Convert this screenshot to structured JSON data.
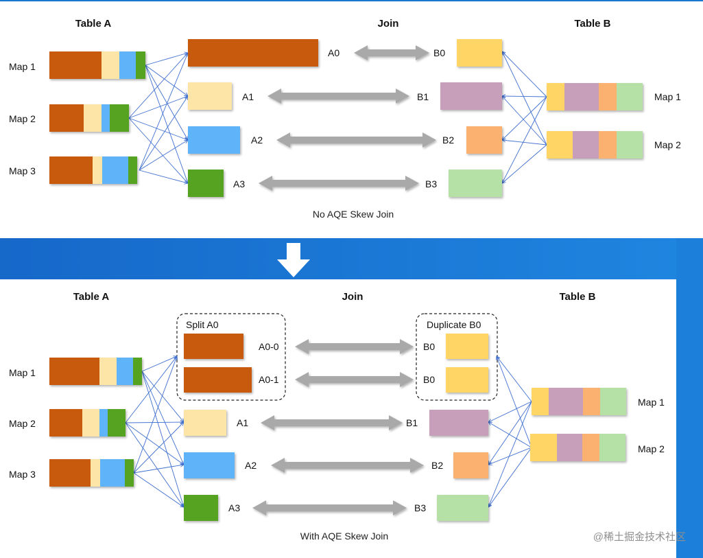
{
  "colors": {
    "orange": "#c75a0f",
    "cream": "#fde5a7",
    "blue": "#5fb3f9",
    "green": "#57a320",
    "yellow": "#ffd565",
    "mauve": "#c79fba",
    "peach": "#fbb26f",
    "mint": "#b5e0a6",
    "arrow": "#a9a9a9",
    "fan": "#3f6fd0",
    "band": "#1977d2"
  },
  "top": {
    "table_a": "Table A",
    "join": "Join",
    "table_b": "Table B",
    "maps_a": [
      "Map 1",
      "Map 2",
      "Map 3"
    ],
    "maps_b": [
      "Map 1",
      "Map 2"
    ],
    "a_labels": [
      "A0",
      "A1",
      "A2",
      "A3"
    ],
    "b_labels": [
      "B0",
      "B1",
      "B2",
      "B3"
    ],
    "caption": "No AQE Skew Join"
  },
  "bottom": {
    "table_a": "Table A",
    "join": "Join",
    "table_b": "Table B",
    "maps_a": [
      "Map 1",
      "Map 2",
      "Map 3"
    ],
    "maps_b": [
      "Map 1",
      "Map 2"
    ],
    "split_title": "Split A0",
    "split_labels": [
      "A0-0",
      "A0-1"
    ],
    "dup_title": "Duplicate B0",
    "dup_labels": [
      "B0",
      "B0"
    ],
    "a_labels": [
      "A1",
      "A2",
      "A3"
    ],
    "b_labels": [
      "B1",
      "B2",
      "B3"
    ],
    "caption": "With AQE Skew Join"
  },
  "watermark": "@稀土掘金技术社区",
  "transition_icon": "down-arrow-icon"
}
